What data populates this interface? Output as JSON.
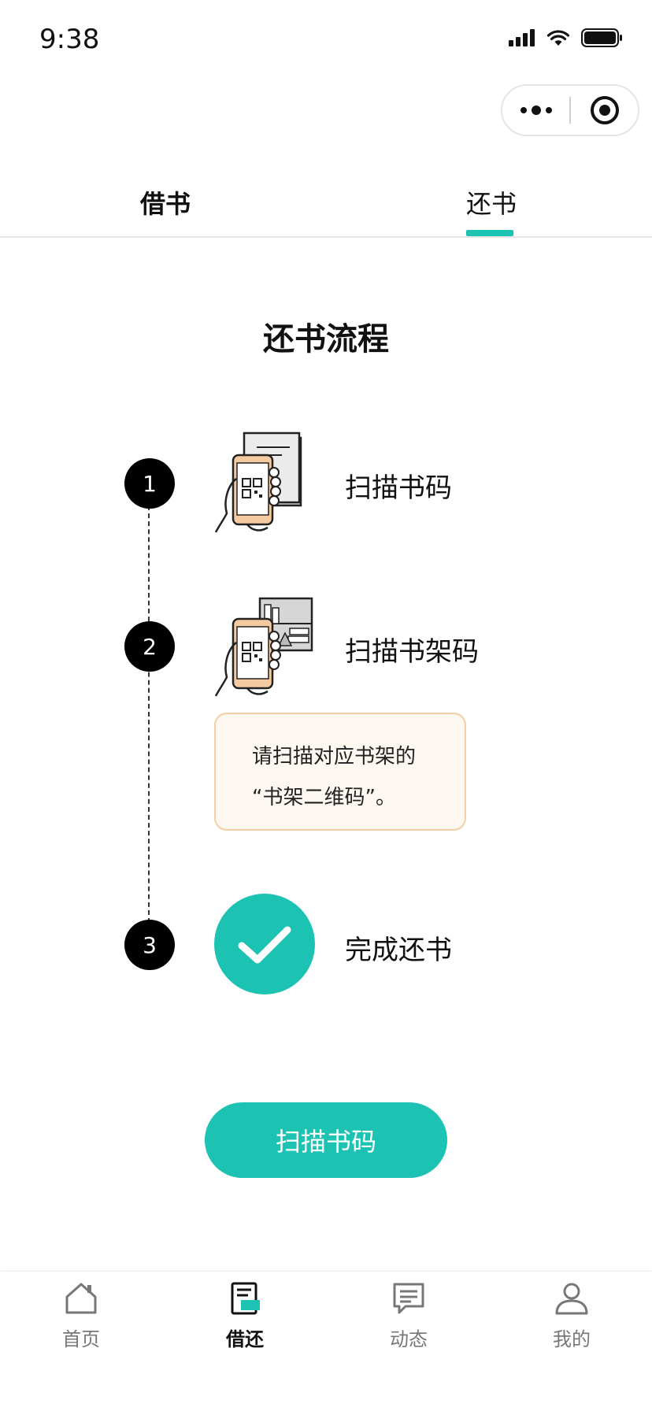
{
  "status_bar": {
    "time": "9:38"
  },
  "tabs": {
    "borrow": "借书",
    "return": "还书"
  },
  "process": {
    "title": "还书流程",
    "steps": [
      {
        "number": "1",
        "label": "扫描书码"
      },
      {
        "number": "2",
        "label": "扫描书架码"
      },
      {
        "number": "3",
        "label": "完成还书"
      }
    ],
    "hint": {
      "line1": "请扫描对应书架的",
      "line2": "“书架二维码”。"
    }
  },
  "actions": {
    "scan_button": "扫描书码"
  },
  "tabbar": {
    "items": [
      {
        "label": "首页",
        "icon": "home-icon"
      },
      {
        "label": "借还",
        "icon": "borrow-return-icon",
        "active": true
      },
      {
        "label": "动态",
        "icon": "message-icon"
      },
      {
        "label": "我的",
        "icon": "user-icon"
      }
    ]
  },
  "colors": {
    "accent": "#1cc3b2",
    "hint_bg": "#fdf7f1",
    "hint_border": "#f2cfa6"
  }
}
